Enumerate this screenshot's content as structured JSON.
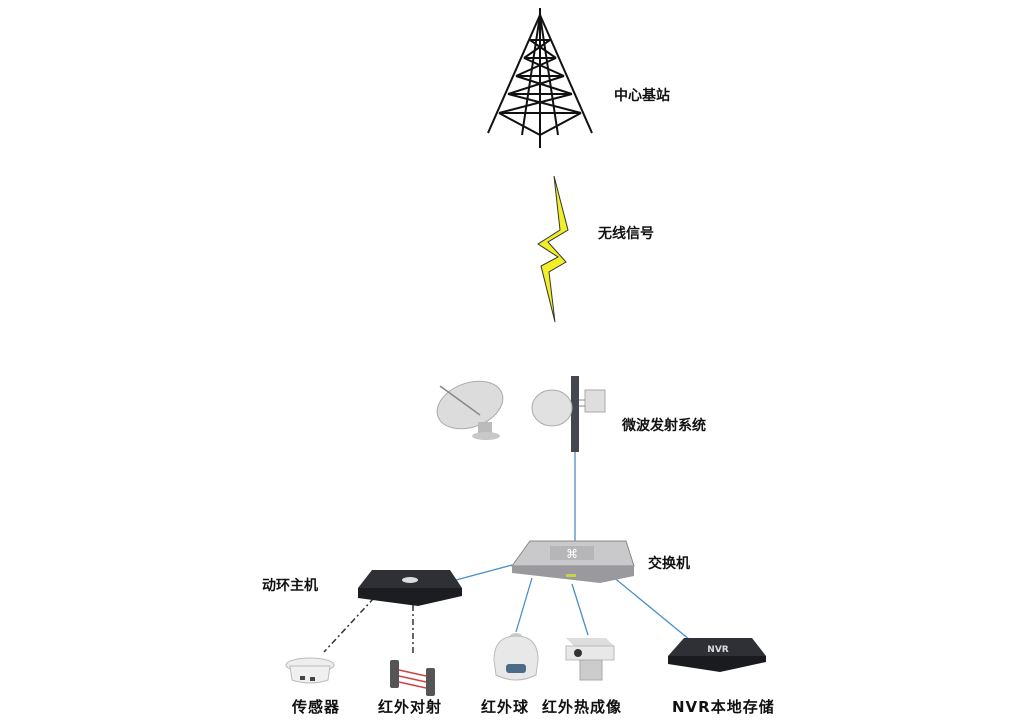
{
  "labels": {
    "base_station": "中心基站",
    "wireless_signal": "无线信号",
    "microwave_system": "微波发射系统",
    "switch": "交换机",
    "env_host": "动环主机",
    "sensor": "传感器",
    "ir_beam": "红外对射",
    "ir_dome": "红外球",
    "thermal_imaging": "红外热成像",
    "nvr_storage": "NVR本地存储",
    "nvr_device_text": "NVR"
  },
  "colors": {
    "link": "#4a8fc9",
    "lightning": "#f2ee2a",
    "device_dark": "#2b2d33"
  }
}
